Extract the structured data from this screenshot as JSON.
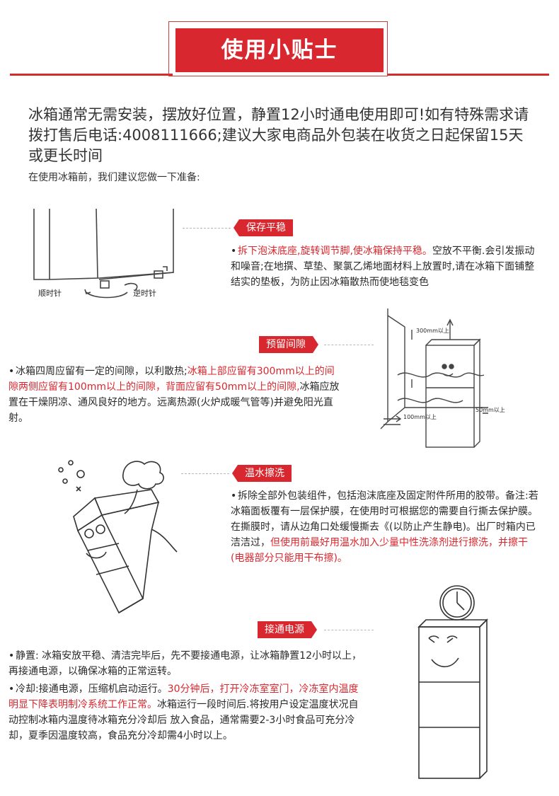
{
  "header": {
    "title": "使用小贴士"
  },
  "intro": {
    "main": "冰箱通常无需安装，摆放好位置，静置12小时通电使用即可!如有特殊需求请拨打售后电话:4008111666;建议大家电商品外包装在收货之日起保留15天或更长时间",
    "sub": "在使用冰箱前，我们建议您做一下准备:"
  },
  "sections": {
    "balance": {
      "tag": "保存平稳",
      "red": "拆下泡沫底座,旋转调节脚,使冰箱保持平稳。",
      "rest": "空放不平衡.会引发振动和噪音;在地撰、草垫、聚氯乙烯地面材料上放置时,请在冰箱下面铺整结实的垫板，为防止因冰箱散热而使地毯变色",
      "label_left": "顺时针",
      "label_right": "逆时针"
    },
    "gap": {
      "tag": "预留间隙",
      "text_a": "冰箱四周应留有一定的间隙，以利散热;",
      "red": "冰箱上部应留有300mm以上的间隙两侧应留有100mm以上的间隙，背面应留有50mm以上的间隙,",
      "text_b": "冰箱应放置在干燥阴凉、通风良好的地方。远离热源(火炉成暖气管等)并避免阳光直射。",
      "dim_top": "300mm以上",
      "dim_side": "100mm以上",
      "dim_back": "50mm以上"
    },
    "wash": {
      "tag": "温水擦洗",
      "text_a": "拆除全部外包装组件，包括泡沫底座及固定附件所用的胶带。备注:若冰箱面板覆有一层保护膜，在使用时可根据您的需要自行撕去保护膜。在撕膜时，请从边角口处缓慢撕去《(以防止产生静电)。出厂时箱内已洁洁过，",
      "red": "但使用前最好用温水加入少量中性洗涤剂进行擦洗，并擦干(电器部分只能用干布擦)。"
    },
    "power": {
      "tag": "接通电源",
      "p1": "静置: 冰箱安放平稳、清洁完毕后，先不要接通电源，让冰箱静置12小时以上，再接通电源，以确保冰箱的正常运转。",
      "p2a": "冷却:接通电源，压缩机启动运行。",
      "p2red": "30分钟后，打开冷冻室室门，冷冻室内温度明显下降表明制冷系统工作正常。",
      "p2b": "冰箱运行一段时间后.将按用户设定温度状况自动控制冰箱内温度待冰箱充分冷却后 放入食品，通常需要2-3小时食品可充分冷却，夏季因温度较高，食品充分冷却需4小时以上。"
    }
  },
  "colors": {
    "accent": "#d8272e",
    "text": "#2a2a2a"
  }
}
